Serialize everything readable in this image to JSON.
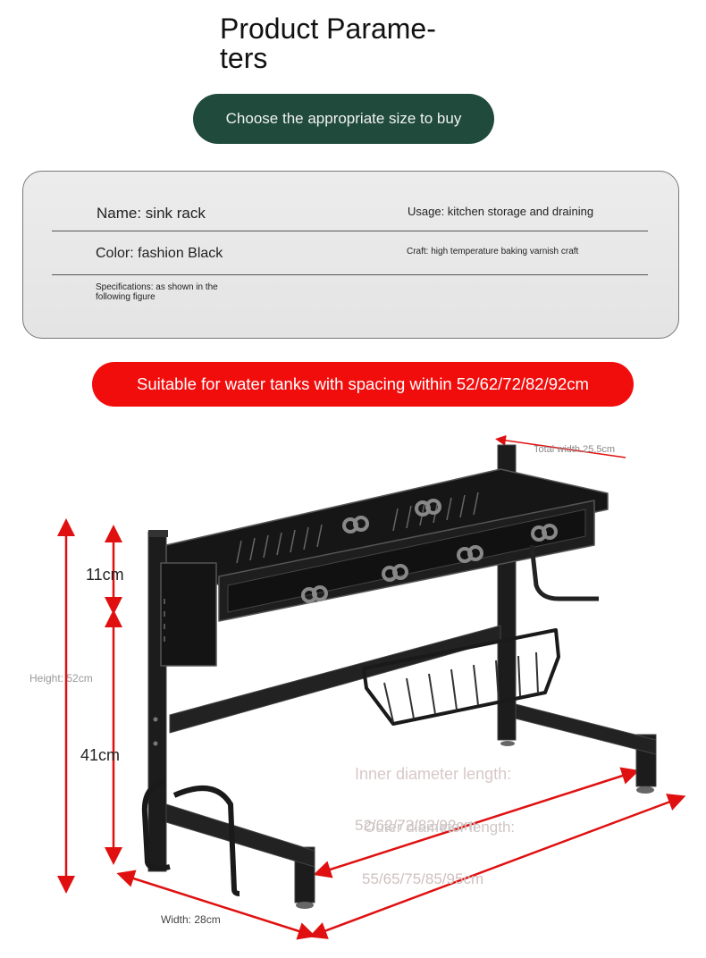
{
  "header": {
    "title_line1": "Product Parame-",
    "title_line2": "ters"
  },
  "size_banner": "Choose the appropriate size to buy",
  "parameters": {
    "name": "Name: sink rack",
    "usage": "Usage: kitchen storage and draining",
    "color": "Color: fashion Black",
    "craft": "Craft: high temperature baking varnish craft",
    "specifications": "Specifications: as shown in the following figure"
  },
  "spacing_banner": "Suitable for water tanks with spacing within 52/62/72/82/92cm",
  "dimensions": {
    "total_width": "Total width 25.5cm",
    "upper_gap": "11cm",
    "lower_gap": "41cm",
    "height": "Height: 52cm",
    "width": "Width: 28cm",
    "inner_label": "Inner diameter length:",
    "inner_values": "52/62/72/82/92cm",
    "outer_label": "Outer diameter length:",
    "outer_values": "55/65/75/85/95cm"
  },
  "colors": {
    "green_pill": "#1f4a3c",
    "red_pill": "#f20d0d",
    "arrow_red": "#e01010",
    "rack_black": "#1a1a1a"
  }
}
